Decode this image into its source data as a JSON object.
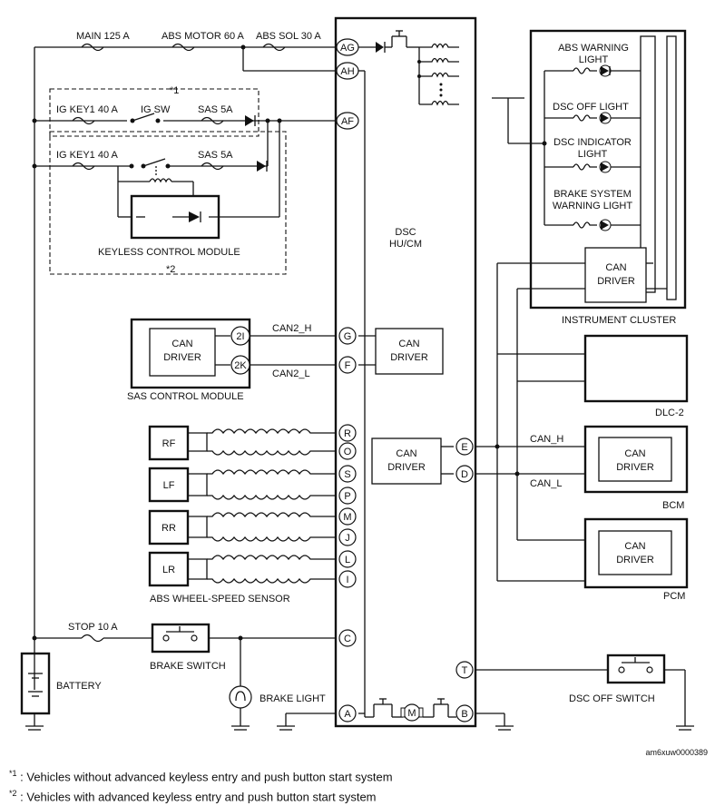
{
  "labels": {
    "main_fuse": "MAIN 125 A",
    "abs_motor_fuse": "ABS MOTOR 60 A",
    "abs_sol_fuse": "ABS SOL 30 A",
    "note1_mark": "*1",
    "note2_mark": "*2",
    "ig_key1_a": "IG KEY1 40 A",
    "ig_sw": "IG SW",
    "sas_a": "SAS 5A",
    "ig_key1_b": "IG KEY1 40 A",
    "sas_b": "SAS 5A",
    "keyless": "KEYLESS CONTROL MODULE",
    "dsc_line1": "DSC",
    "dsc_line2": "HU/CM",
    "can_word": "CAN",
    "driver_word": "DRIVER",
    "can2_h": "CAN2_H",
    "can2_l": "CAN2_L",
    "sas_module": "SAS CONTROL MODULE",
    "wheel_sensor": "ABS WHEEL-SPEED SENSOR",
    "stop_fuse": "STOP 10 A",
    "brake_switch": "BRAKE SWITCH",
    "battery": "BATTERY",
    "brake_light": "BRAKE LIGHT",
    "abs_warn_1": "ABS WARNING",
    "abs_warn_2": "LIGHT",
    "dsc_off_light": "DSC OFF LIGHT",
    "dsc_ind_1": "DSC INDICATOR",
    "dsc_ind_2": "LIGHT",
    "brake_sys_1": "BRAKE SYSTEM",
    "brake_sys_2": "WARNING LIGHT",
    "instrument_cluster": "INSTRUMENT CLUSTER",
    "dlc": "DLC-2",
    "can_h": "CAN_H",
    "can_l": "CAN_L",
    "bcm": "BCM",
    "pcm": "PCM",
    "dsc_off_switch": "DSC OFF SWITCH",
    "motor": "M"
  },
  "pins": {
    "ag": "AG",
    "ah": "AH",
    "af": "AF",
    "g": "G",
    "f": "F",
    "r": "R",
    "o": "O",
    "s": "S",
    "p": "P",
    "m": "M",
    "j": "J",
    "l": "L",
    "i": "I",
    "c": "C",
    "a": "A",
    "b": "B",
    "t": "T",
    "e": "E",
    "d": "D",
    "sas_2i": "2I",
    "sas_2k": "2K"
  },
  "sensors": [
    "RF",
    "LF",
    "RR",
    "LR"
  ],
  "image_id": "am6xuw0000389",
  "notes": [
    {
      "mark": "*1",
      "text": ": Vehicles without advanced keyless entry and push button start system"
    },
    {
      "mark": "*2",
      "text": ": Vehicles with advanced keyless entry and push button start system"
    }
  ]
}
